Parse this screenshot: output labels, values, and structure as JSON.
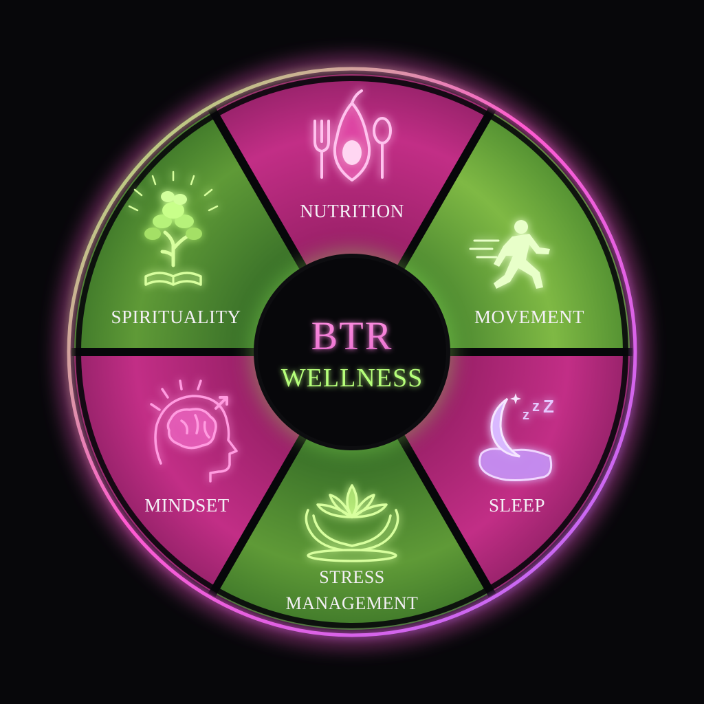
{
  "center": {
    "title": "BTR",
    "subtitle": "WELLNESS"
  },
  "segments": {
    "nutrition": {
      "label": "NUTRITION",
      "icon": "fork-avocado-spoon-icon"
    },
    "movement": {
      "label": "MOVEMENT",
      "icon": "running-person-icon"
    },
    "sleep": {
      "label": "SLEEP",
      "icon": "moon-pillow-icon"
    },
    "stress": {
      "label_line1": "STRESS",
      "label_line2": "MANAGEMENT",
      "icon": "lotus-hands-icon"
    },
    "mindset": {
      "label": "MINDSET",
      "icon": "brain-head-icon"
    },
    "spirituality": {
      "label": "SPIRITUALITY",
      "icon": "tree-book-icon"
    }
  },
  "colors": {
    "pink": "#d0368f",
    "pink_dark": "#7d1752",
    "green": "#67a33d",
    "green_dark": "#2f6524",
    "pink_glow": "#ff5ad0",
    "green_glow": "#9dff5e",
    "background": "#07070a",
    "hub": "#07070a"
  }
}
